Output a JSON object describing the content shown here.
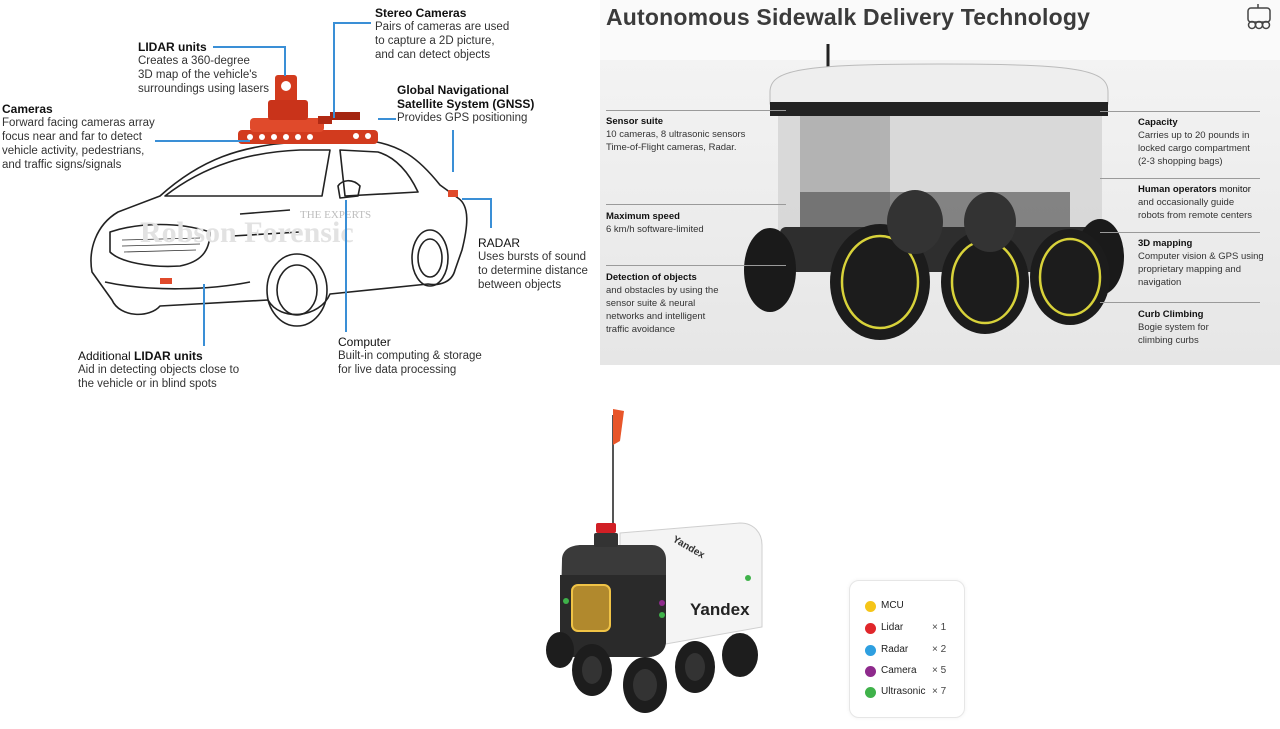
{
  "car_diagram": {
    "watermark_top": "THE EXPERTS",
    "watermark_main": "Robson Forensic",
    "labels": {
      "lidar": {
        "title": "LIDAR units",
        "text": "Creates a 360-degree\n3D map of the vehicle's\nsurroundings using lasers"
      },
      "stereo": {
        "title": "Stereo Cameras",
        "text": "Pairs of cameras are used\nto capture a 2D picture,\nand can detect objects"
      },
      "cameras": {
        "title": "Cameras",
        "text": "Forward facing cameras array\nfocus near and far to detect\nvehicle activity, pedestrians,\nand traffic signs/signals"
      },
      "gnss": {
        "title": "Global Navigational\nSatellite System (GNSS)",
        "text": "Provides GPS positioning"
      },
      "radar": {
        "title": "RADAR",
        "text": "Uses bursts of sound\nto determine distance\nbetween objects"
      },
      "computer": {
        "title": "Computer",
        "text": "Built-in computing & storage\nfor live data processing"
      },
      "additional_lidar": {
        "prefix": "Additional ",
        "title": "LIDAR units",
        "text": "Aid in detecting objects close to\nthe vehicle or in blind spots"
      }
    }
  },
  "robot_panel": {
    "title": "Autonomous Sidewalk Delivery Technology",
    "left_specs": [
      {
        "head": "Sensor suite",
        "text": "10 cameras, 8 ultrasonic sensors\nTime-of-Flight cameras, Radar."
      },
      {
        "head": "Maximum speed",
        "text": "6 km/h software-limited"
      },
      {
        "head": "Detection of objects",
        "text": "and obstacles by using the\nsensor suite & neural\nnetworks and intelligent\ntraffic avoidance"
      }
    ],
    "right_specs": [
      {
        "head": "Capacity",
        "text": "Carries up to 20 pounds in\nlocked cargo compartment\n(2-3 shopping bags)"
      },
      {
        "head": "Human operators",
        "head_rest": " monitor",
        "text": "and occasionally guide\nrobots from remote centers"
      },
      {
        "head": "3D mapping",
        "text": "Computer vision & GPS using\nproprietary mapping and\nnavigation"
      },
      {
        "head": "Curb Climbing",
        "text": "Bogie system for\nclimbing curbs"
      }
    ]
  },
  "yandex_robot": {
    "brand_side": "Yandex",
    "brand_top": "Yandex"
  },
  "legend": {
    "items": [
      {
        "name": "MCU",
        "color": "#f5c518",
        "count": ""
      },
      {
        "name": "Lidar",
        "color": "#e0262b",
        "count": "× 1"
      },
      {
        "name": "Radar",
        "color": "#2e9fe0",
        "count": "× 2"
      },
      {
        "name": "Camera",
        "color": "#8e2a8c",
        "count": "× 5"
      },
      {
        "name": "Ultrasonic",
        "color": "#3fb24a",
        "count": "× 7"
      }
    ]
  }
}
